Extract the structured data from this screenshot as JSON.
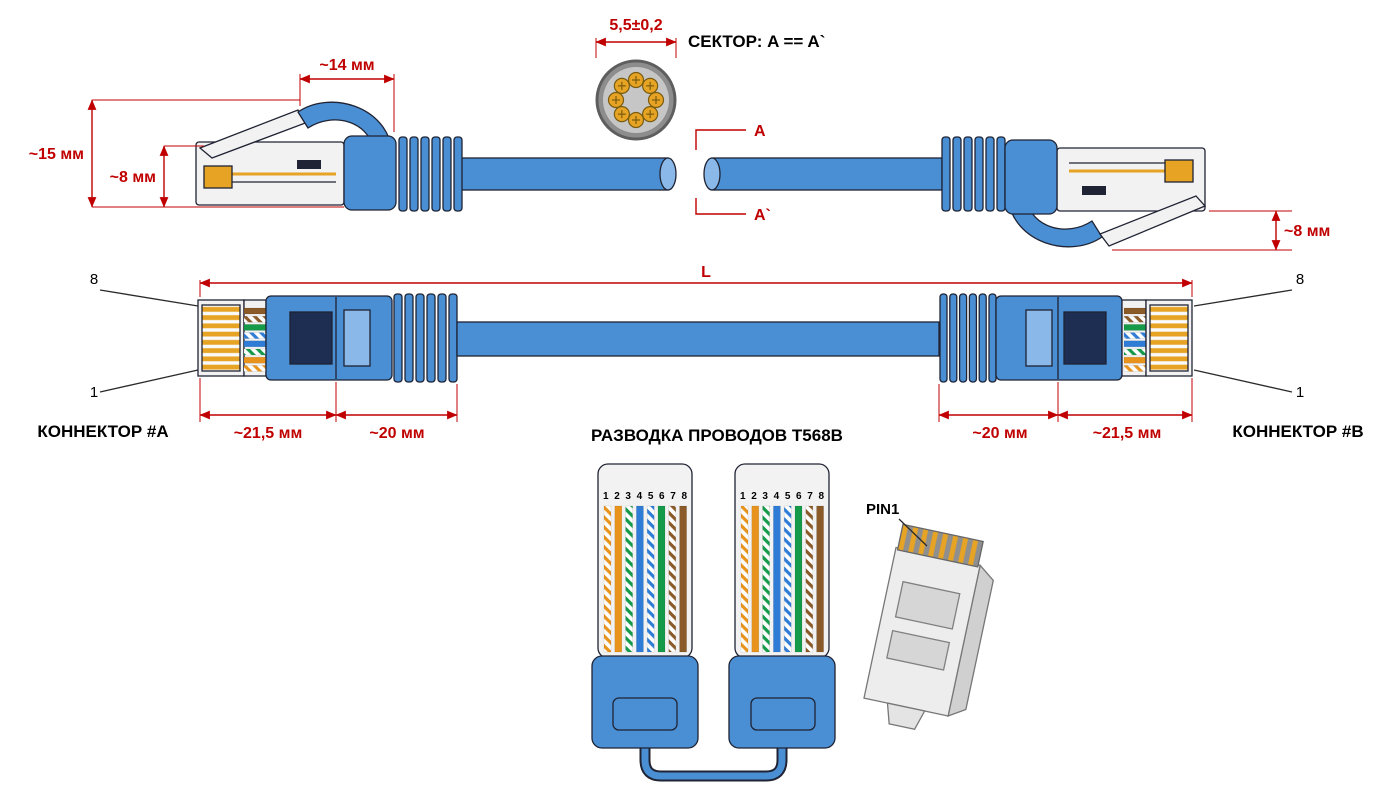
{
  "colors": {
    "cable_blue": "#4a8fd4",
    "cable_blue_light": "#8ab8e8",
    "outline": "#1f2333",
    "dim_red": "#c00000",
    "gold": "#e6a324",
    "gold_dark": "#7a5c10",
    "navy": "#1d2e52",
    "body_gray": "#f2f2f2"
  },
  "side_view": {
    "dim_14": "~14 мм",
    "dim_15": "~15 мм",
    "dim_8_left": "~8 мм",
    "dim_8_right": "~8 мм"
  },
  "cross_section": {
    "diameter": "5,5±0,2",
    "sector": "СЕКТОР: A == A`",
    "section_a": "A",
    "section_a_prime": "A`"
  },
  "top_view": {
    "length": "L",
    "pin8": "8",
    "pin1": "1",
    "connector_a": "КОННЕКТОР #A",
    "connector_b": "КОННЕКТОР #B",
    "dim_21_5": "~21,5 мм",
    "dim_20": "~20 мм"
  },
  "wiring": {
    "title": "РАЗВОДКА ПРОВОДОВ T568B",
    "pin_numbers": "1 2 3 4 5 6 7 8",
    "pin1_label": "PIN1",
    "standard": "T568B",
    "pins": [
      {
        "pin": 1,
        "name": "white-orange",
        "style": "striped",
        "color": "#e8931c"
      },
      {
        "pin": 2,
        "name": "orange",
        "style": "solid",
        "color": "#e8931c"
      },
      {
        "pin": 3,
        "name": "white-green",
        "style": "striped",
        "color": "#159a4a"
      },
      {
        "pin": 4,
        "name": "blue",
        "style": "solid",
        "color": "#2f7cd6"
      },
      {
        "pin": 5,
        "name": "white-blue",
        "style": "striped",
        "color": "#2f7cd6"
      },
      {
        "pin": 6,
        "name": "green",
        "style": "solid",
        "color": "#159a4a"
      },
      {
        "pin": 7,
        "name": "white-brown",
        "style": "striped",
        "color": "#8a5a28"
      },
      {
        "pin": 8,
        "name": "brown",
        "style": "solid",
        "color": "#8a5a28"
      }
    ]
  }
}
